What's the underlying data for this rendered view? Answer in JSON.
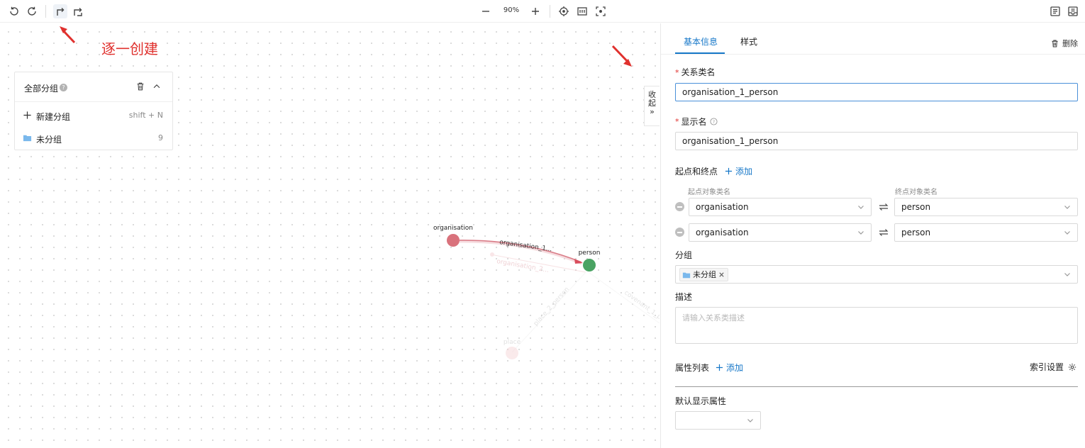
{
  "toolbar": {
    "zoom": "90%"
  },
  "annotation": {
    "text": "逐一创建"
  },
  "group_panel": {
    "title": "全部分组",
    "help": "?",
    "new_group_label": "新建分组",
    "new_group_shortcut": "shift + N",
    "ungrouped_label": "未分组",
    "ungrouped_count": "9"
  },
  "collapse_tab": {
    "line1": "收",
    "line2": "起",
    "line3": "»"
  },
  "graph": {
    "nodes": {
      "organisation": "organisation",
      "person": "person",
      "place": "place"
    },
    "edges": {
      "main": "organisation_1...",
      "faded1": "organisation_2...",
      "faded2": "place_2_person",
      "faded3": "covenant_1_pe..."
    },
    "colors": {
      "organisation": "#d9727c",
      "person": "#4aa363",
      "edge": "#d97a86"
    }
  },
  "side": {
    "tabs": [
      "基本信息",
      "样式"
    ],
    "delete_label": "删除",
    "relation_name_label": "关系类名",
    "relation_name_value": "organisation_1_person",
    "display_name_label": "显示名",
    "display_name_value": "organisation_1_person",
    "endpoints_label": "起点和终点",
    "add_label": "添加",
    "start_col_label": "起点对象类名",
    "end_col_label": "终点对象类名",
    "endpoint_rows": [
      {
        "start": "organisation",
        "end": "person"
      },
      {
        "start": "organisation",
        "end": "person"
      }
    ],
    "group_label": "分组",
    "group_tag": "未分组",
    "desc_label": "描述",
    "desc_placeholder": "请输入关系类描述",
    "props_label": "属性列表",
    "props_add": "添加",
    "index_settings": "索引设置",
    "default_display_label": "默认显示属性"
  }
}
